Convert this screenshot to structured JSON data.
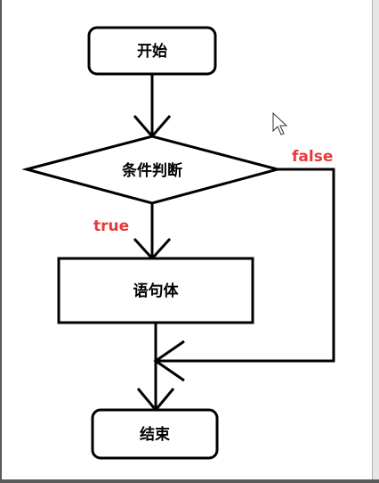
{
  "nodes": {
    "start": "开始",
    "condition": "条件判断",
    "body": "语句体",
    "end": "结束"
  },
  "branches": {
    "true_label": "true",
    "false_label": "false"
  },
  "colors": {
    "branch_label": "#e8393a",
    "stroke": "#000000"
  },
  "icons": {
    "cursor": "mouse-pointer-icon"
  }
}
